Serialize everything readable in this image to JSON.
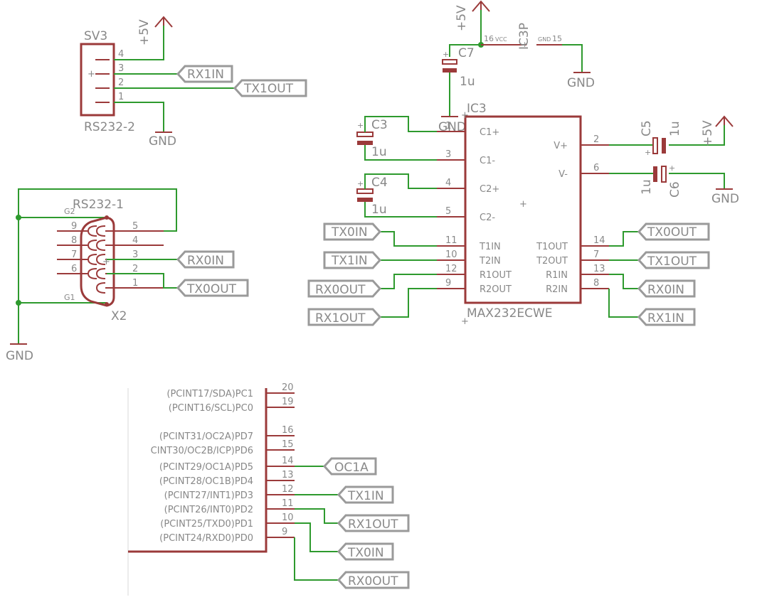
{
  "power": {
    "vcc": "+5V",
    "gnd": "GND"
  },
  "sv3": {
    "name": "SV3",
    "value": "RS232-2",
    "pins": [
      "4",
      "3",
      "2",
      "1"
    ],
    "nets": {
      "rx": "RX1IN",
      "tx": "TX1OUT"
    }
  },
  "x2": {
    "name": "X2",
    "value": "RS232-1",
    "pins_left": [
      "9",
      "8",
      "7",
      "6"
    ],
    "pins_right": [
      "5",
      "4",
      "3",
      "2",
      "1"
    ],
    "g_pins": [
      "G2",
      "G1"
    ],
    "nets": {
      "rx": "RX0IN",
      "tx": "TX0OUT"
    }
  },
  "ic3": {
    "name": "IC3",
    "value": "MAX232ECWE",
    "left_pins": [
      {
        "num": "1",
        "label": "C1+"
      },
      {
        "num": "3",
        "label": "C1-"
      },
      {
        "num": "4",
        "label": "C2+"
      },
      {
        "num": "5",
        "label": "C2-"
      },
      {
        "num": "11",
        "label": "T1IN"
      },
      {
        "num": "10",
        "label": "T2IN"
      },
      {
        "num": "12",
        "label": "R1OUT"
      },
      {
        "num": "9",
        "label": "R2OUT"
      }
    ],
    "right_pins": [
      {
        "num": "2",
        "label": "V+"
      },
      {
        "num": "6",
        "label": "V-"
      },
      {
        "num": "14",
        "label": "T1OUT"
      },
      {
        "num": "7",
        "label": "T2OUT"
      },
      {
        "num": "13",
        "label": "R1IN"
      },
      {
        "num": "8",
        "label": "R2IN"
      }
    ],
    "power_part": "IC3P",
    "vcc_pin": "16",
    "vcc_label": "VCC",
    "gnd_pin": "15",
    "gnd_label": "GND"
  },
  "capacitors": {
    "c3": {
      "name": "C3",
      "value": "1u"
    },
    "c4": {
      "name": "C4",
      "value": "1u"
    },
    "c5": {
      "name": "C5",
      "value": "1u"
    },
    "c6": {
      "name": "C6",
      "value": "1u"
    },
    "c7": {
      "name": "C7",
      "value": "1u"
    }
  },
  "ic3_nets": {
    "left_in": [
      "TX0IN",
      "TX1IN"
    ],
    "left_out": [
      "RX0OUT",
      "RX1OUT"
    ],
    "right": [
      "TX0OUT",
      "TX1OUT",
      "RX0IN",
      "RX1IN"
    ]
  },
  "mcu": {
    "pins": [
      {
        "num": "20",
        "label": "(PCINT17/SDA)PC1"
      },
      {
        "num": "19",
        "label": "(PCINT16/SCL)PC0"
      },
      {
        "num": "16",
        "label": "(PCINT31/OC2A)PD7"
      },
      {
        "num": "15",
        "label": "CINT30/OC2B/ICP)PD6"
      },
      {
        "num": "14",
        "label": "(PCINT29/OC1A)PD5"
      },
      {
        "num": "13",
        "label": "(PCINT28/OC1B)PD4"
      },
      {
        "num": "12",
        "label": "(PCINT27/INT1)PD3"
      },
      {
        "num": "11",
        "label": "(PCINT26/INT0)PD2"
      },
      {
        "num": "10",
        "label": "(PCINT25/TXD0)PD1"
      },
      {
        "num": "9",
        "label": "(PCINT24/RXD0)PD0"
      }
    ],
    "nets": [
      "OC1A",
      "TX1IN",
      "RX1OUT",
      "TX0IN",
      "RX0OUT"
    ]
  },
  "colors": {
    "wire": "#2e9a2e",
    "part": "#9b3a3a",
    "label": "#888888"
  }
}
